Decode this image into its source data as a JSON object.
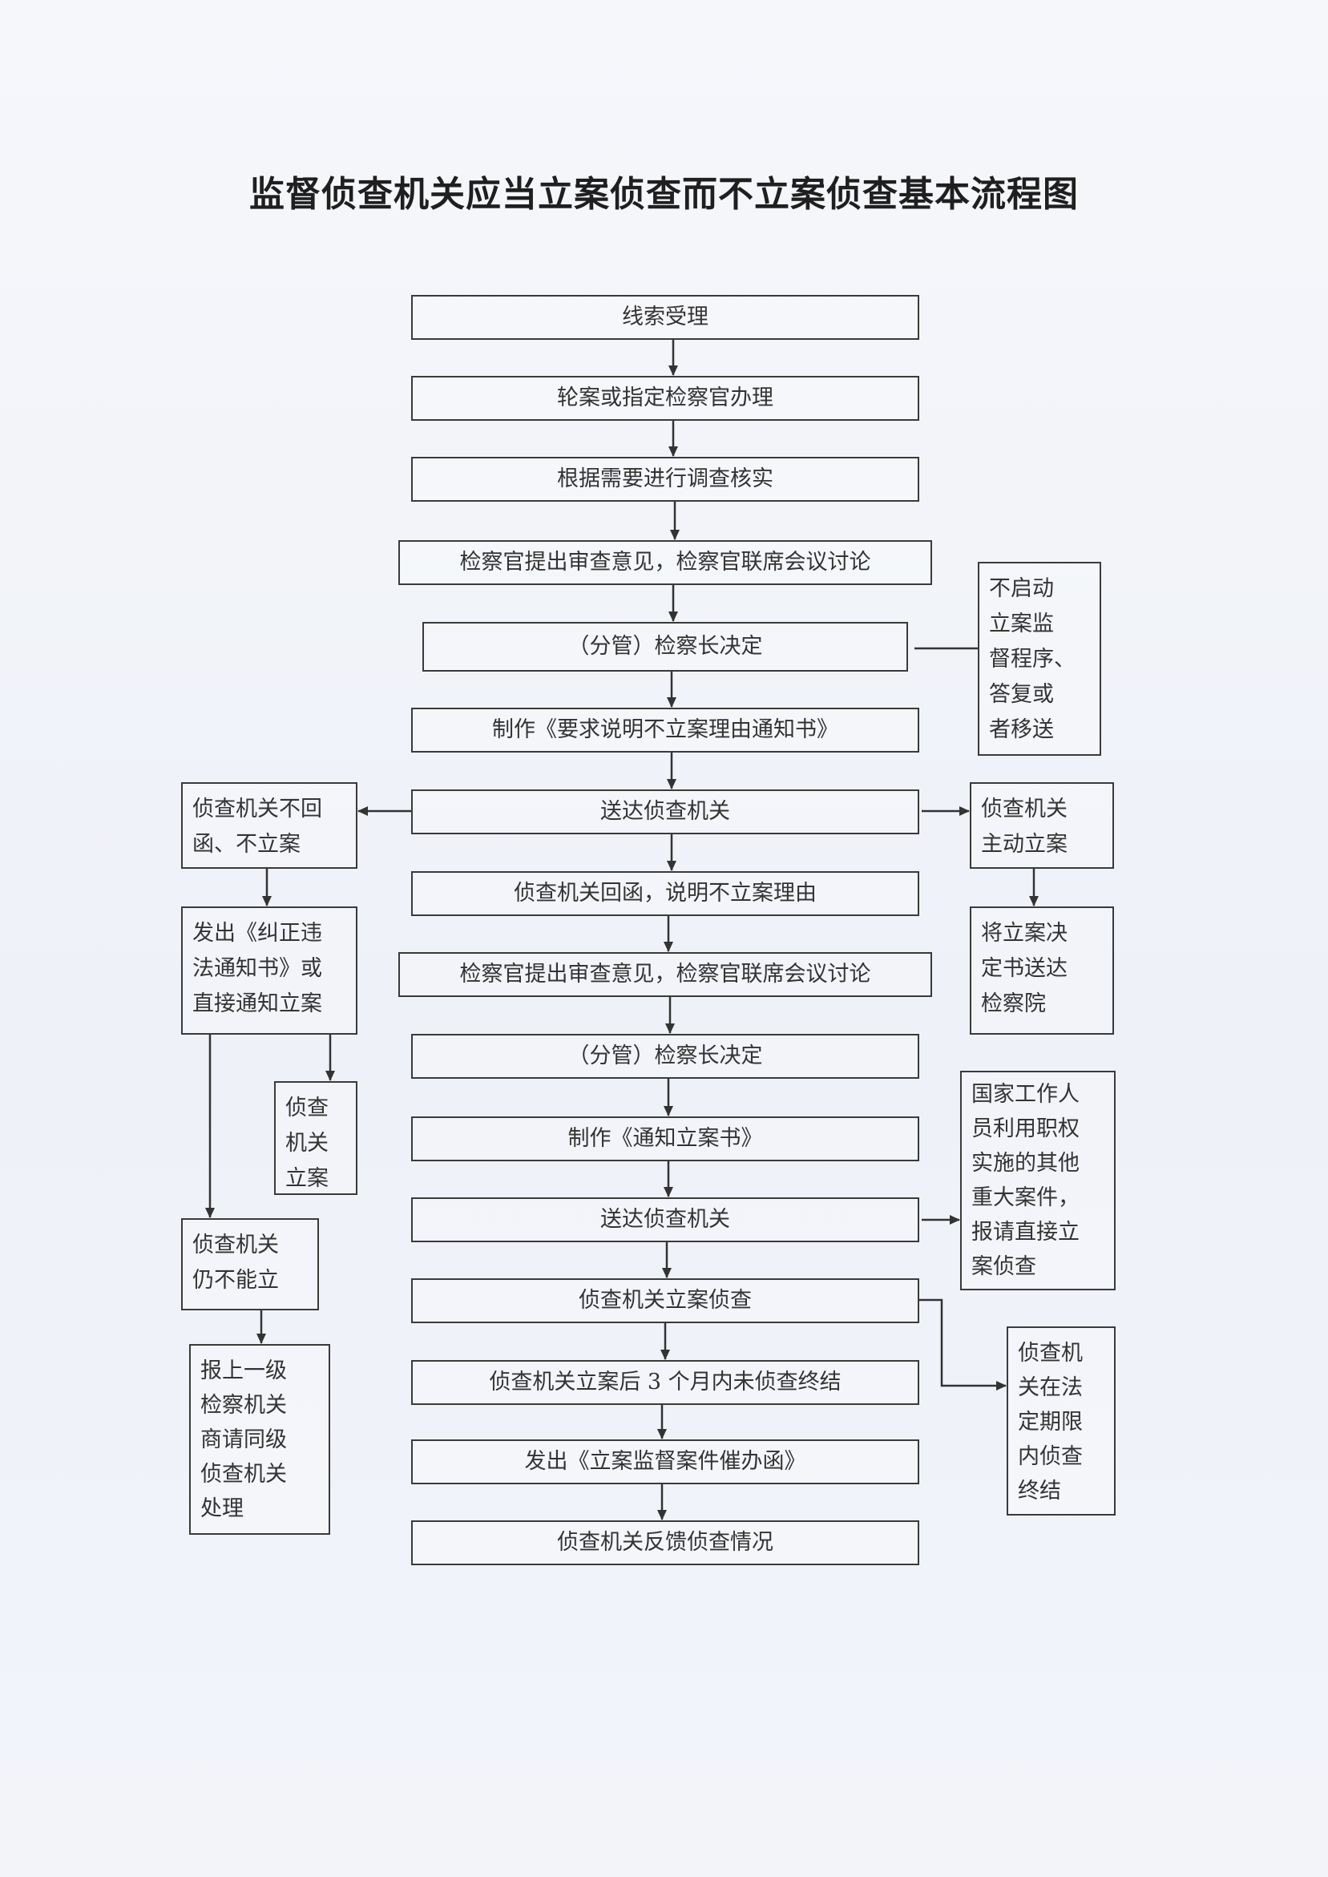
{
  "title": "监督侦查机关应当立案侦查而不立案侦查基本流程图",
  "main_flow": {
    "step1": "线索受理",
    "step2": "轮案或指定检察官办理",
    "step3": "根据需要进行调查核实",
    "step4": "检察官提出审查意见，检察官联席会议讨论",
    "step5": "（分管）检察长决定",
    "step6": "制作《要求说明不立案理由通知书》",
    "step7": "送达侦查机关",
    "step8": "侦查机关回函，说明不立案理由",
    "step9": "检察官提出审查意见，检察官联席会议讨论",
    "step10": "（分管）检察长决定",
    "step11": "制作《通知立案书》",
    "step12": "送达侦查机关",
    "step13": "侦查机关立案侦查",
    "step14": "侦查机关立案后 3 个月内未侦查终结",
    "step15": "发出《立案监督案件催办函》",
    "step16": "侦查机关反馈侦查情况"
  },
  "right_branch": {
    "no_start": [
      "不启动",
      "立案监",
      "督程序、",
      "答复或",
      "者移送"
    ],
    "active_case": [
      "侦查机关",
      "主动立案"
    ],
    "send_decision": [
      "将立案决",
      "定书送达",
      "检察院"
    ],
    "state_staff": [
      "国家工作人",
      "员利用职权",
      "实施的其他",
      "重大案件，",
      "报请直接立",
      "案侦查"
    ],
    "conclude_in_time": [
      "侦查机",
      "关在法",
      "定期限",
      "内侦查",
      "终结"
    ]
  },
  "left_branch": {
    "no_reply": [
      "侦查机关不回",
      "函、不立案"
    ],
    "issue_notice": [
      "发出《纠正违",
      "法通知书》或",
      "直接通知立案"
    ],
    "filed": [
      "侦查",
      "机关",
      "立案"
    ],
    "still_not": [
      "侦查机关",
      "仍不能立"
    ],
    "report_upper": [
      "报上一级",
      "检察机关",
      "商请同级",
      "侦查机关",
      "处理"
    ]
  }
}
